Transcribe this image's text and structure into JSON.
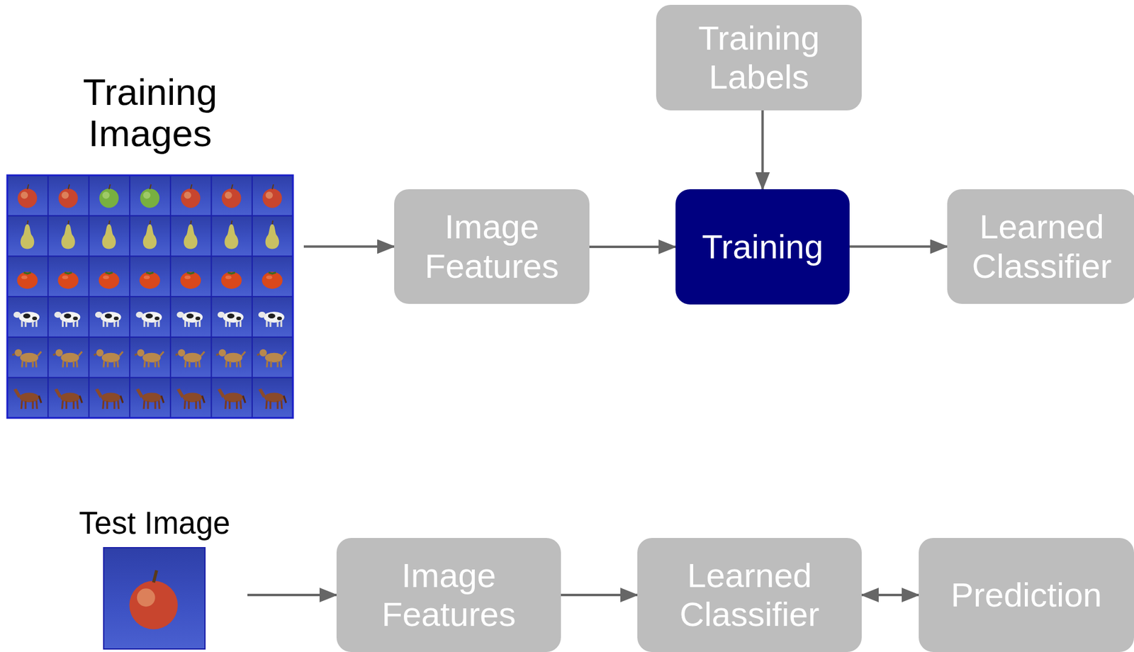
{
  "diagram": {
    "nodes": [
      {
        "text": [
          "Training Labels"
        ]
      },
      {
        "text": [
          "Training Images"
        ]
      },
      {
        "text": [
          "Image Features"
        ]
      },
      {
        "text": [
          "Training"
        ]
      },
      {
        "text": [
          "Learned Classifier"
        ]
      },
      {
        "text": [
          "Test Image"
        ]
      },
      {
        "text": [
          "Image Features"
        ]
      },
      {
        "text": [
          "Learned Classifier"
        ]
      },
      {
        "text": [
          "Prediction"
        ]
      }
    ],
    "edges": [
      {
        "from": 1,
        "to": 2,
        "arrow": "to"
      },
      {
        "from": 2,
        "to": 3,
        "arrow": "to"
      },
      {
        "from": 0,
        "to": 3,
        "arrow": "to"
      },
      {
        "from": 3,
        "to": 4,
        "arrow": "to"
      },
      {
        "from": 4,
        "to": 7,
        "arrow": "to"
      },
      {
        "from": 5,
        "to": 6,
        "arrow": "to"
      },
      {
        "from": 6,
        "to": 7,
        "arrow": "to"
      },
      {
        "from": 7,
        "to": 8,
        "arrow": "to"
      }
    ]
  }
}
